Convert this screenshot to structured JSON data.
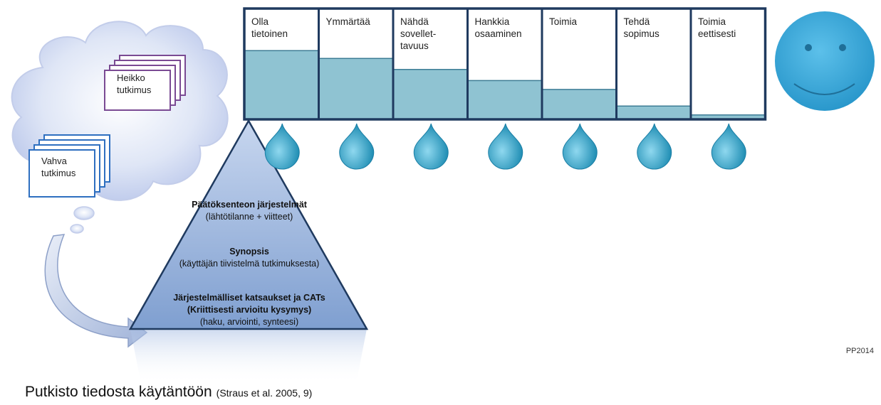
{
  "pipeline": {
    "stages": [
      {
        "label": "Olla\ntietoinen",
        "fill": 0.62
      },
      {
        "label": "Ymmärtää",
        "fill": 0.55
      },
      {
        "label": "Nähdä\nsovellet-\ntavuus",
        "fill": 0.45
      },
      {
        "label": "Hankkia\nosaaminen",
        "fill": 0.35
      },
      {
        "label": "Toimia",
        "fill": 0.27
      },
      {
        "label": "Tehdä\nsopimus",
        "fill": 0.12
      },
      {
        "label": "Toimia\neettisesti",
        "fill": 0.04
      }
    ]
  },
  "cloud": {
    "weak": "Heikko\ntutkimus",
    "strong": "Vahva\ntutkimus"
  },
  "pyramid": {
    "level1_title": "Päätöksenteon järjestelmät",
    "level1_sub": "(lähtötilanne + viitteet)",
    "level2_title": "Synopsis",
    "level2_sub": "(käyttäjän tiivistelmä tutkimuksesta)",
    "level3_title": "Järjestelmälliset katsaukset ja CATs",
    "level3_title2": "(Kriittisesti arvioitu kysymys)",
    "level3_sub": "(haku, arviointi, synteesi)"
  },
  "caption": {
    "main": "Putkisto tiedosta käytäntöön",
    "ref": "(Straus et al. 2005, 9)"
  },
  "credit": "PP2014",
  "colors": {
    "water": "#8fc3d2",
    "frame": "#1f3a5f",
    "pyramid": "#8ea9d6",
    "smiley": "#3aa9dc",
    "drop": "#3aa8c8"
  }
}
